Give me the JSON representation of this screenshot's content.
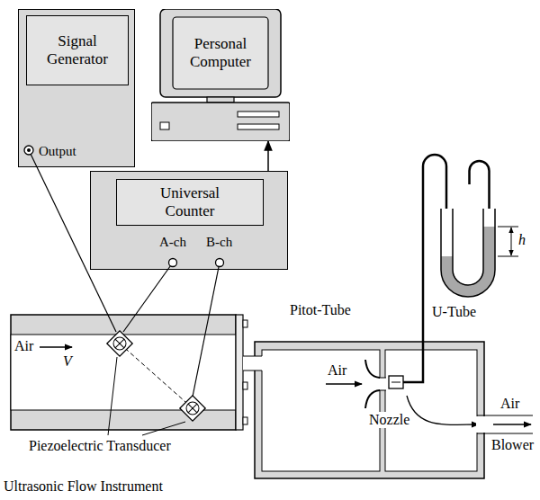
{
  "diagram": {
    "nodes": [
      {
        "text": [
          "Signal Generator",
          "Output"
        ]
      },
      {
        "text": [
          "Personal Computer"
        ]
      },
      {
        "text": [
          "Universal Counter",
          "A-ch",
          "B-ch"
        ]
      }
    ],
    "edges": [
      {
        "from": 2,
        "to": 1,
        "arrow": "to"
      }
    ],
    "labels": [
      "Pitot-Tube",
      "U-Tube",
      "h",
      "Air",
      "V",
      "Air",
      "Nozzle",
      "Air",
      "Blower",
      "Piezoelectric Transducer",
      "Ultrasonic Flow Instrument"
    ]
  }
}
